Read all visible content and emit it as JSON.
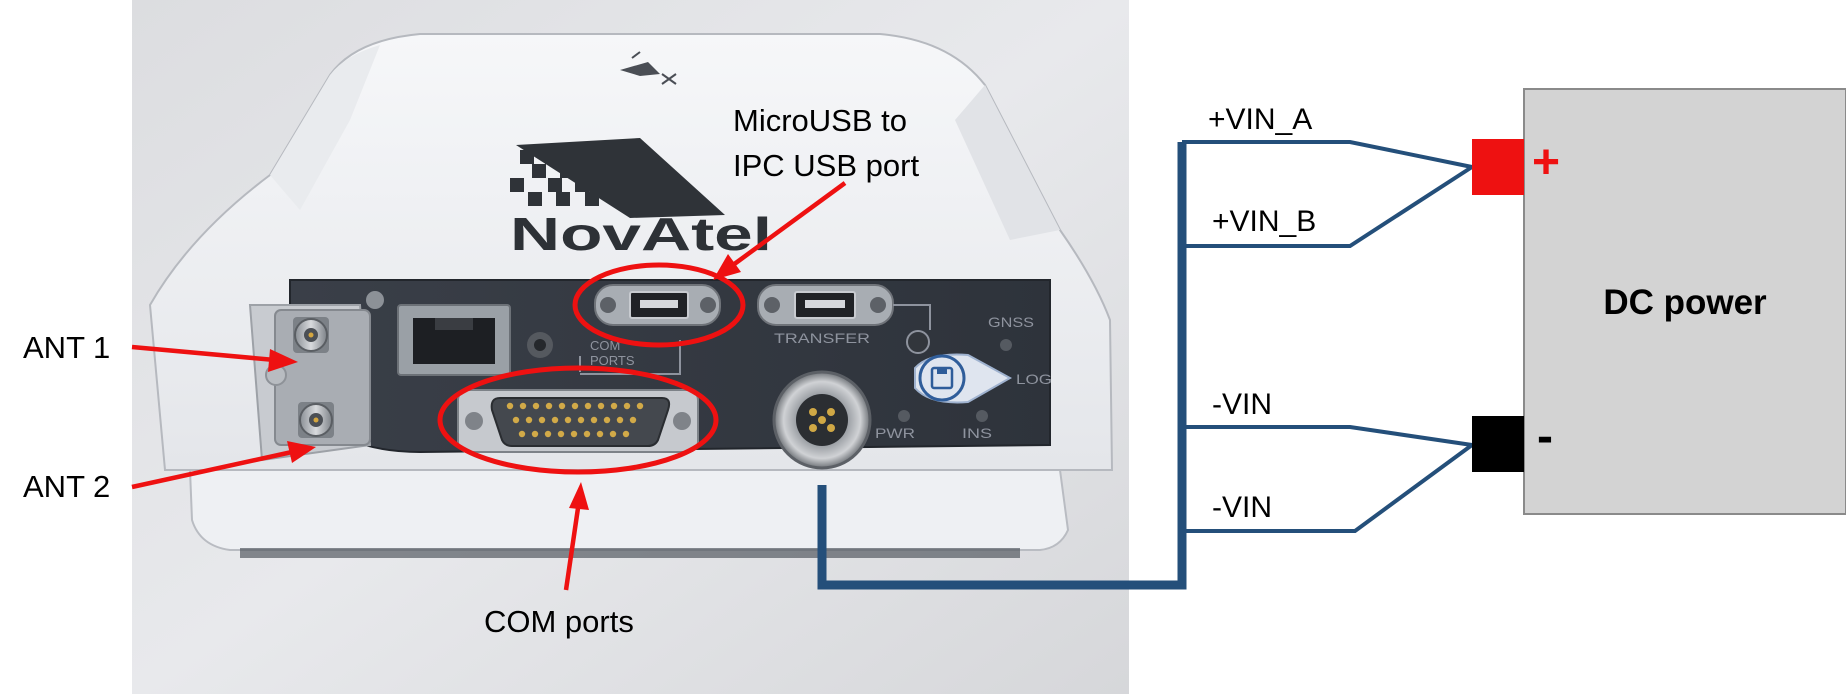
{
  "photo": {
    "brand_logo": "NovAtel",
    "panel_labels": {
      "com_ports": "COM\nPORTS",
      "transfer": "TRANSFER",
      "gnss": "GNSS",
      "log": "LOG",
      "pwr": "PWR",
      "ins": "INS"
    }
  },
  "annotations": {
    "ant1": "ANT 1",
    "ant2": "ANT 2",
    "microusb_line1": "MicroUSB to",
    "microusb_line2": "IPC USB port",
    "com_ports": "COM ports"
  },
  "wiring": {
    "vin_a": "+VIN_A",
    "vin_b": "+VIN_B",
    "vin_neg_1": "-VIN",
    "vin_neg_2": "-VIN"
  },
  "power_supply": {
    "label": "DC power",
    "positive_symbol": "+",
    "negative_symbol": "-"
  },
  "colors": {
    "annotation": "#ee1111",
    "wire": "#244f7a",
    "positive_terminal": "#ee1111",
    "negative_terminal": "#000000",
    "supply_fill": "#d3d3d3",
    "supply_border": "#8a8a8a"
  }
}
